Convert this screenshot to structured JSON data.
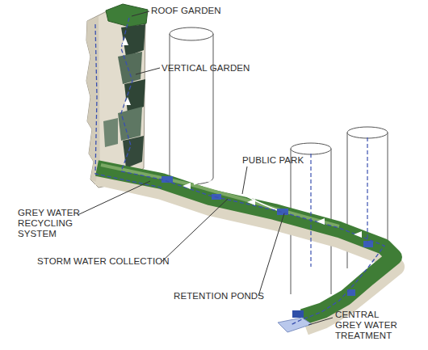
{
  "diagram": {
    "labels": [
      "ROOF GARDEN",
      "VERTICAL GARDEN",
      "PUBLIC PARK",
      "GREY WATER RECYCLING SYSTEM",
      "STORM WATER COLLECTION",
      "RETENTION PONDS",
      "CENTRAL GREY WATER TREATMENT"
    ]
  }
}
